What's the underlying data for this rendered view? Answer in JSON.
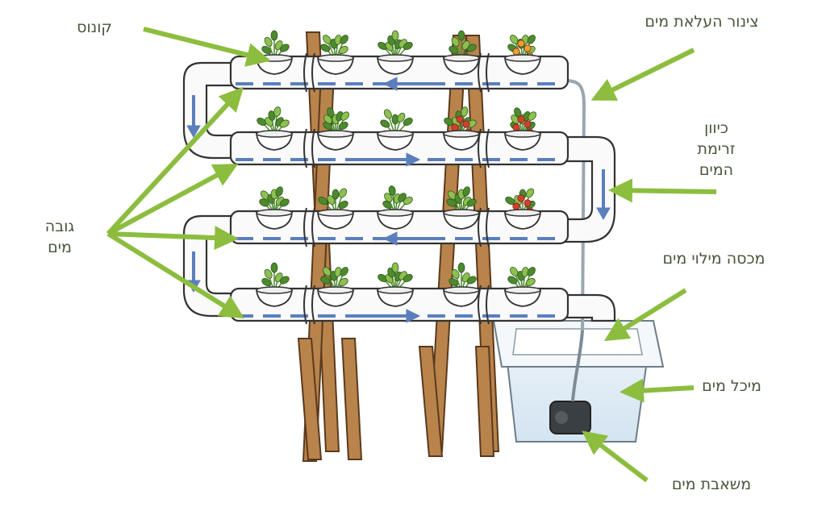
{
  "labels": {
    "net_cup": "קונוס",
    "riser_pipe": "צינור העלאת מים",
    "flow_direction": [
      "כיוון",
      "זרימת",
      "המים"
    ],
    "water_height": [
      "גובה",
      "מים"
    ],
    "fill_lid": "מכסה מילוי מים",
    "water_tank": "מיכל מים",
    "water_pump": "משאבת מים"
  },
  "colors": {
    "pointer_arrow": "#8cbd3f",
    "water_flow": "#5b7fbd",
    "pipe": "#fafafa",
    "pipe_outline": "#333333",
    "wood": "#b9834c",
    "tank_water": "#ddeaf4",
    "leaf_dark": "#4d8a2e",
    "leaf_light": "#8dc04f",
    "tomato_red": "#d2402d",
    "tomato_orange": "#eea02c"
  },
  "icons": [
    "net-cup-icon",
    "plant-icon",
    "water-pump-icon",
    "flow-arrow-icon"
  ]
}
